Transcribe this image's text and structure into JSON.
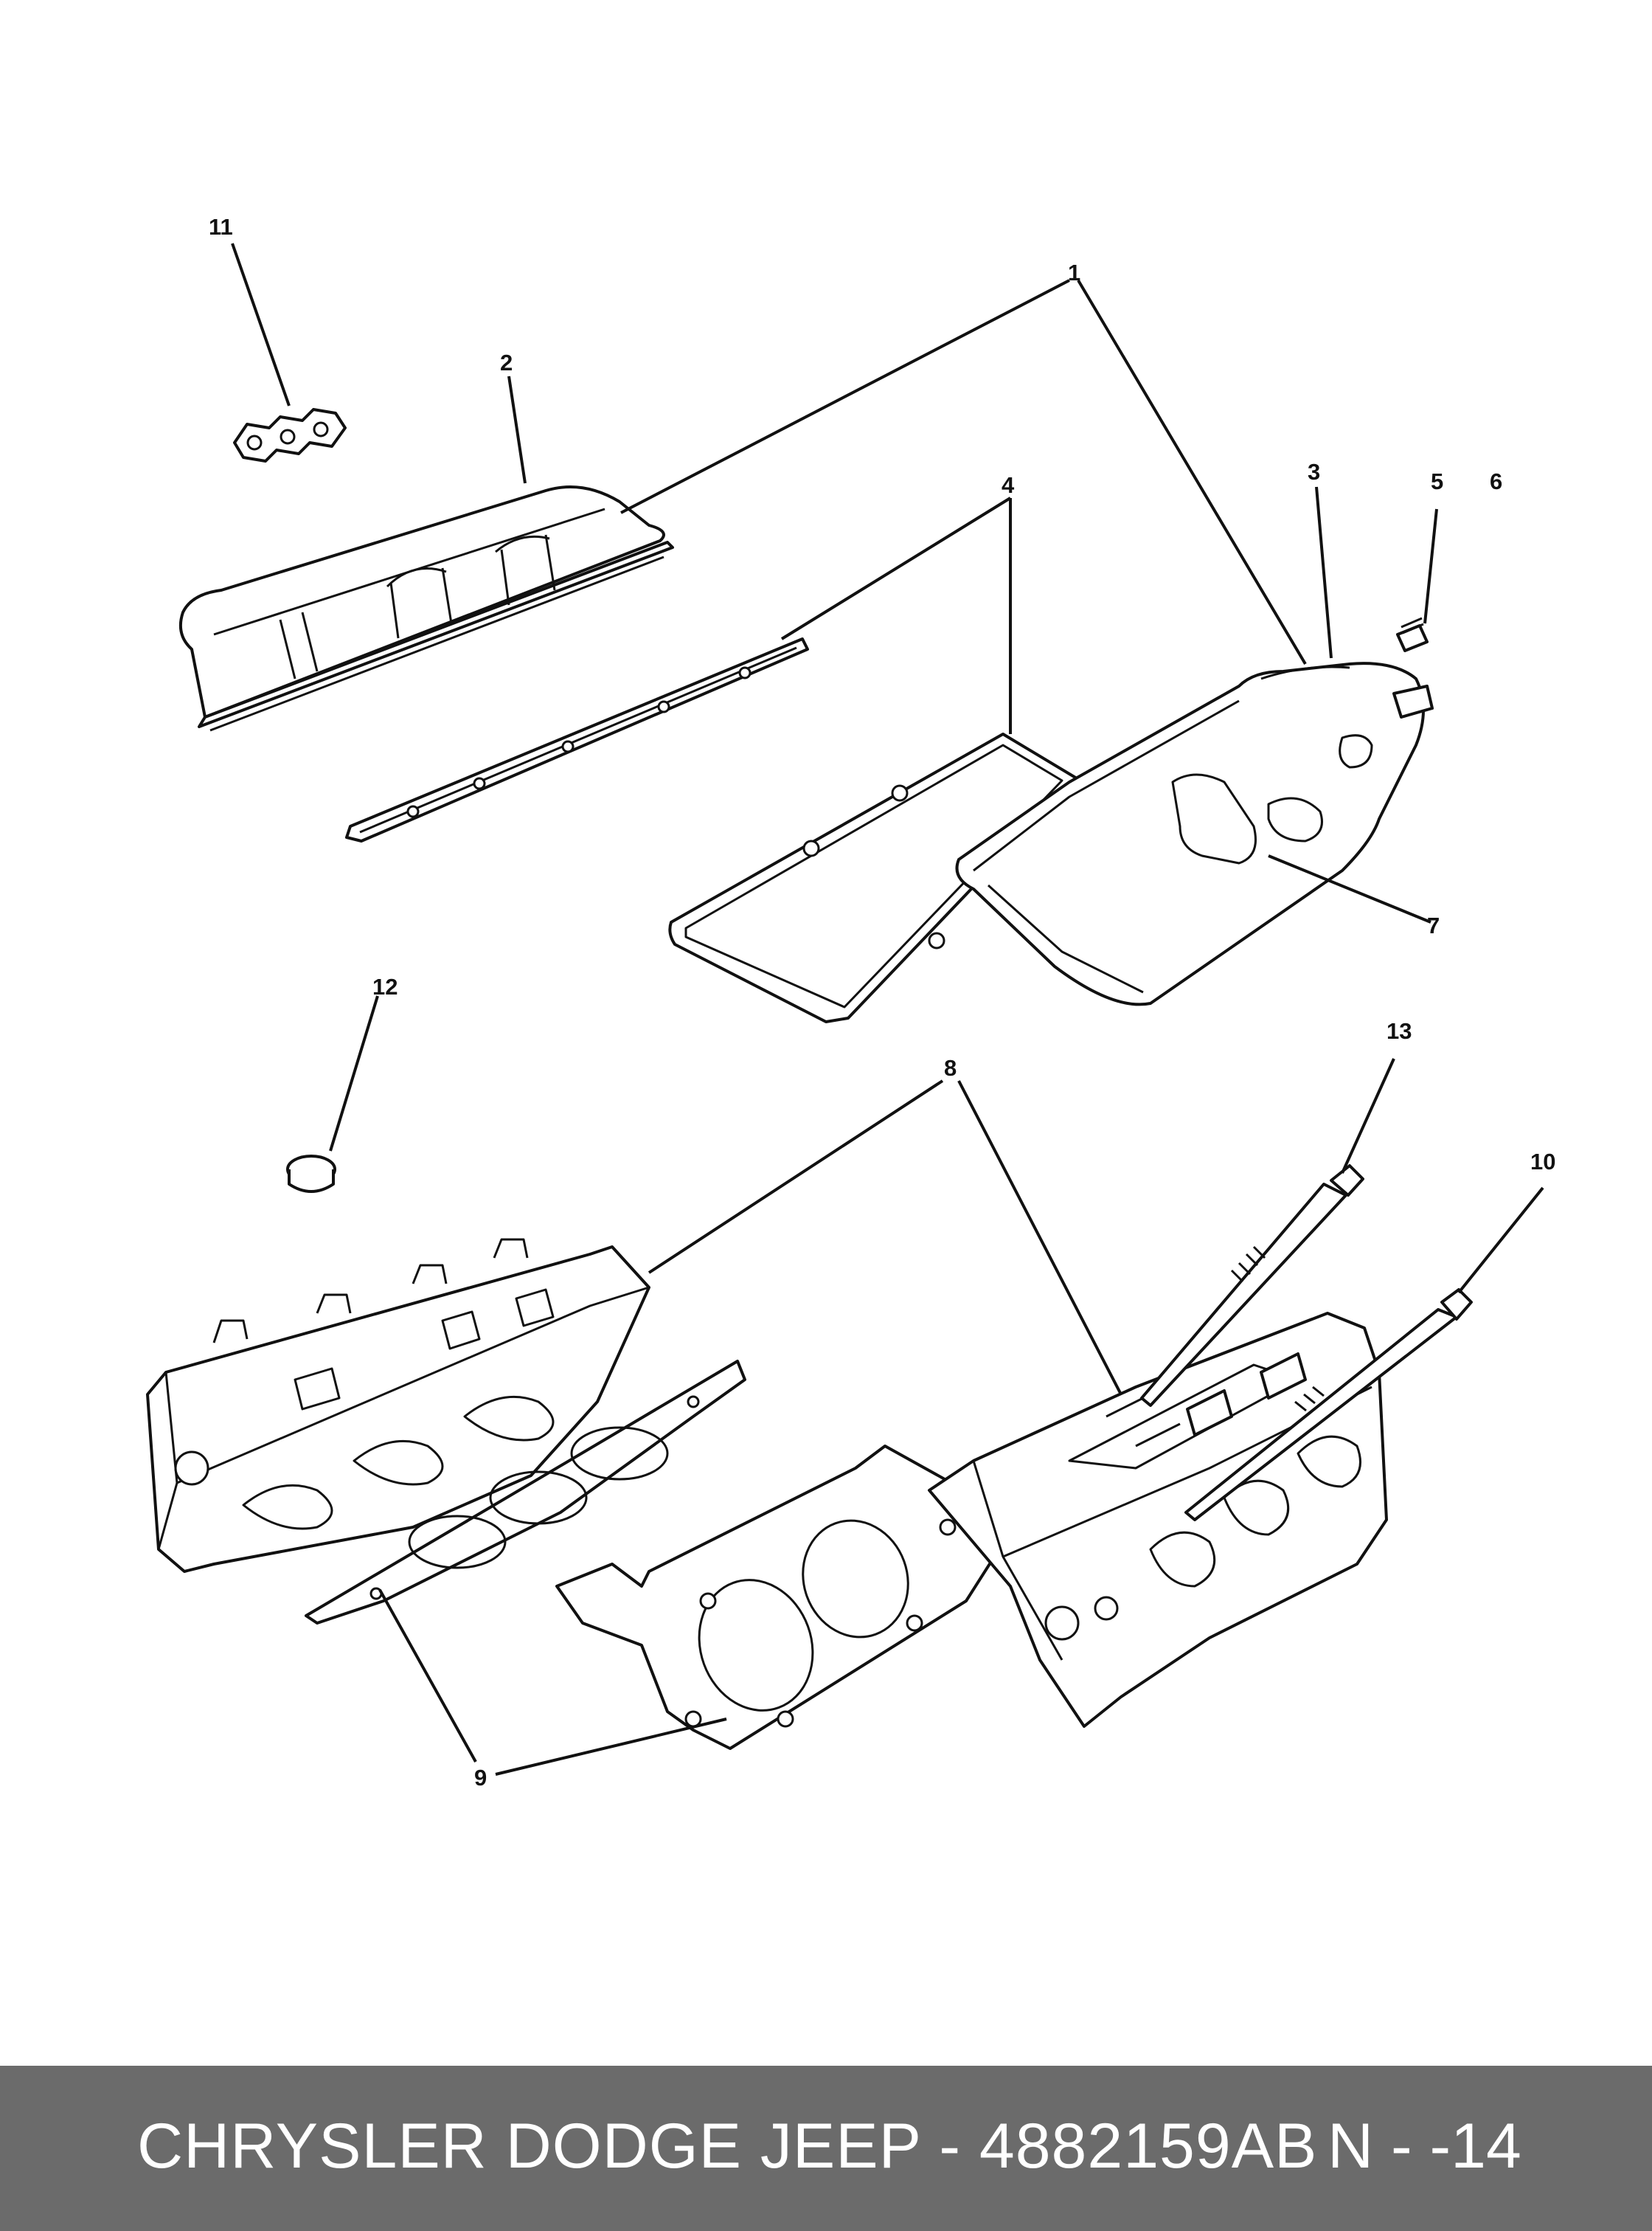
{
  "callouts": {
    "c1": "1",
    "c2": "2",
    "c3": "3",
    "c4": "4",
    "c5": "5",
    "c6": "6",
    "c7": "7",
    "c8": "8",
    "c9": "9",
    "c10": "10",
    "c11": "11",
    "c12": "12",
    "c13": "13"
  },
  "footer": {
    "title": "CHRYSLER DODGE JEEP - 4882159AB",
    "code": "N - -14"
  },
  "colors": {
    "footer_bg": "#6b6b6b",
    "footer_text": "#ffffff",
    "line": "#111111"
  }
}
